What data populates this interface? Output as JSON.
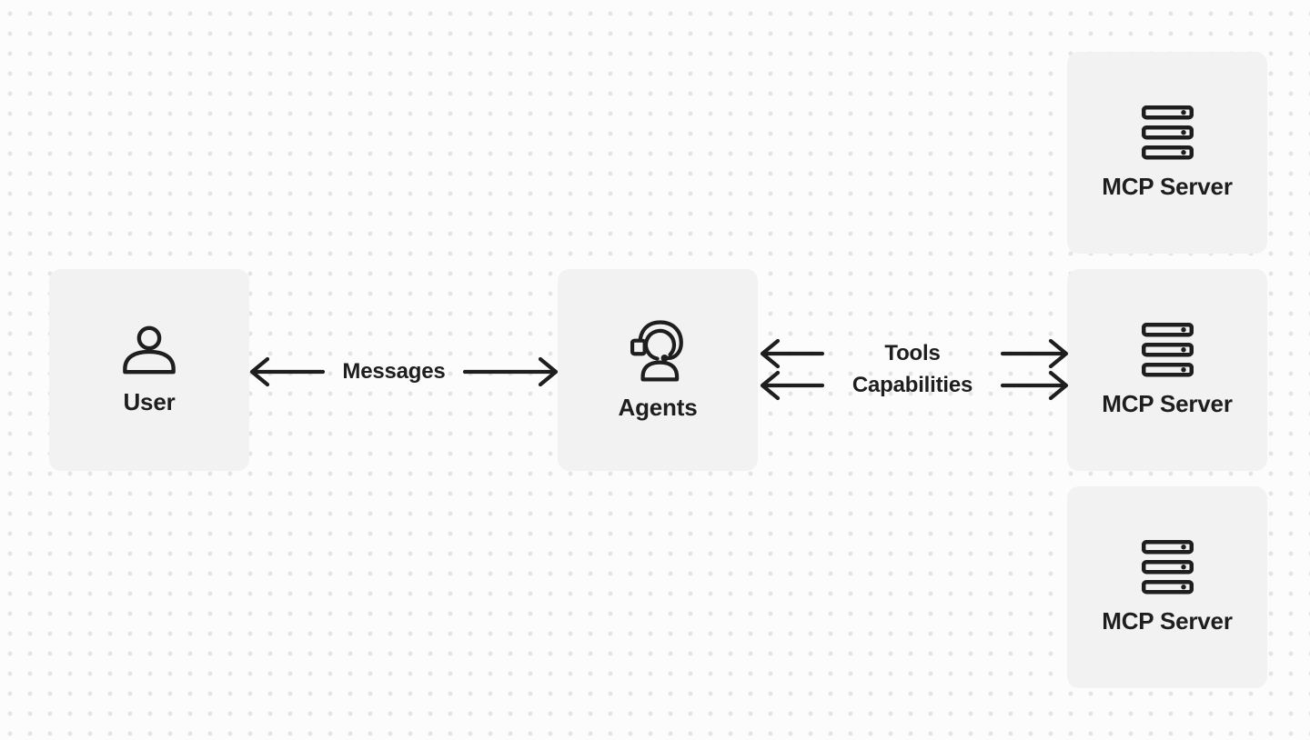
{
  "diagram": {
    "description": "Agents connect a User to multiple MCP Servers",
    "colors": {
      "background": "#fcfcfd",
      "dot_grid": "#e4e4e7",
      "node_fill": "#f2f2f3",
      "ink": "#1e1e1e"
    },
    "nodes": {
      "user": {
        "label": "User",
        "icon": "user-icon"
      },
      "agents": {
        "label": "Agents",
        "icon": "headset-agent-icon"
      },
      "mcp_top": {
        "label": "MCP Server",
        "icon": "server-stack-icon"
      },
      "mcp_middle": {
        "label": "MCP Server",
        "icon": "server-stack-icon"
      },
      "mcp_bottom": {
        "label": "MCP Server",
        "icon": "server-stack-icon"
      }
    },
    "edges": {
      "messages": {
        "label": "Messages",
        "from": "User",
        "to": "Agents",
        "direction": "bidirectional"
      },
      "tools": {
        "label": "Tools",
        "from": "Agents",
        "to": "MCP Server",
        "direction": "bidirectional"
      },
      "capabilities": {
        "label": "Capabilities",
        "from": "Agents",
        "to": "MCP Server",
        "direction": "bidirectional"
      }
    }
  }
}
